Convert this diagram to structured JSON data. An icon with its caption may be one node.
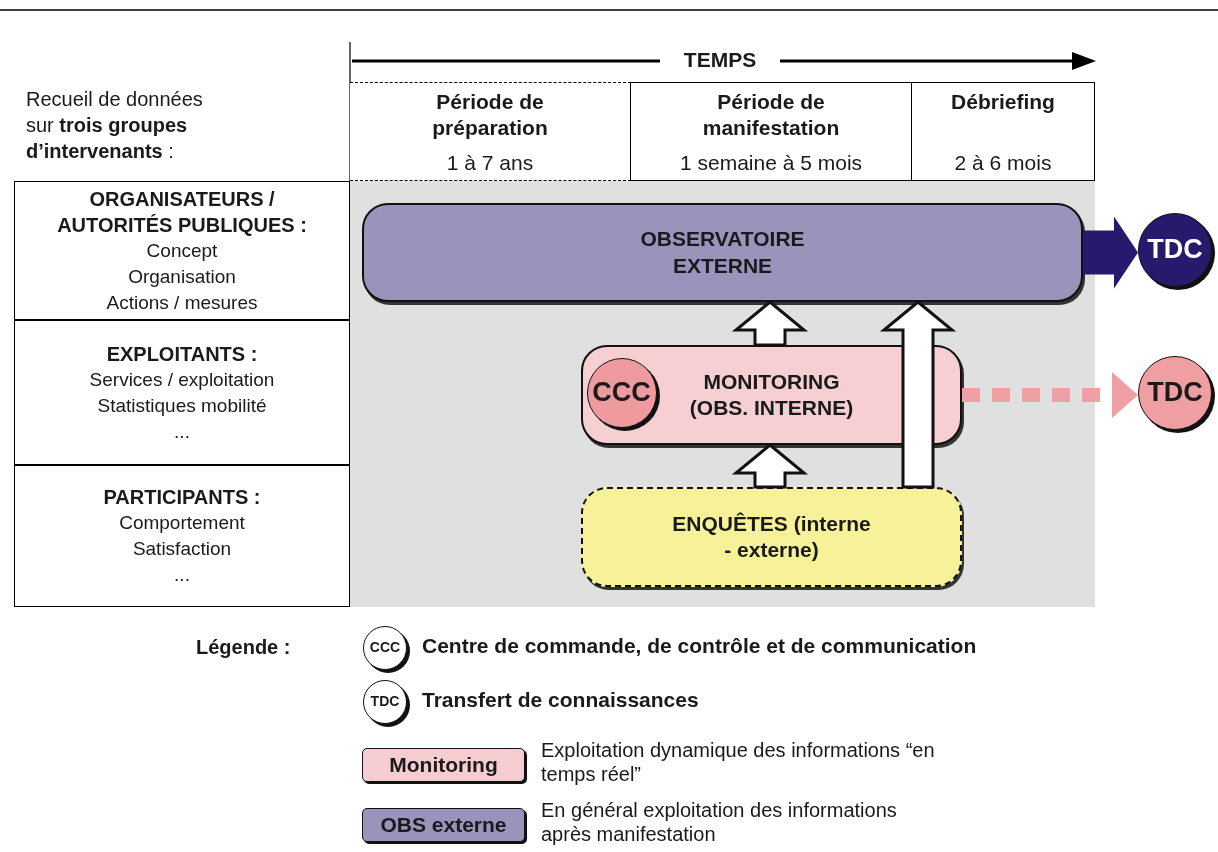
{
  "diagram": {
    "nodes": [
      {
        "text": [
          "Période de préparation",
          "1 à 7 ans"
        ]
      },
      {
        "text": [
          "Période de manifestation",
          "1 semaine à 5 mois"
        ]
      },
      {
        "text": [
          "Débriefing",
          "2 à 6 mois"
        ]
      },
      {
        "text": [
          "ORGANISATEURS / AUTORITÉS PUBLIQUES :",
          "Concept",
          "Organisation",
          "Actions / mesures"
        ]
      },
      {
        "text": [
          "EXPLOITANTS :",
          "Services / exploitation",
          "Statistiques mobilité",
          "..."
        ]
      },
      {
        "text": [
          "PARTICIPANTS :",
          "Comportement",
          "Satisfaction",
          "..."
        ]
      },
      {
        "text": [
          "OBSERVATOIRE EXTERNE"
        ]
      },
      {
        "text": [
          "MONITORING (OBS. INTERNE)"
        ]
      },
      {
        "text": [
          "CCC"
        ],
        "in": 7
      },
      {
        "text": [
          "ENQUÊTES (interne - externe)"
        ]
      },
      {
        "text": [
          "TDC"
        ]
      },
      {
        "text": [
          "TDC"
        ]
      },
      {
        "text": [
          "CCC"
        ]
      },
      {
        "text": [
          "TDC"
        ]
      },
      {
        "text": [
          "Monitoring"
        ]
      },
      {
        "text": [
          "OBS externe"
        ]
      }
    ],
    "edges": [
      {
        "from": 6,
        "to": 10,
        "arrow": "to",
        "style": "thick",
        "color": "#261a6e"
      },
      {
        "from": 7,
        "to": 6,
        "arrow": "to"
      },
      {
        "from": 9,
        "to": 7,
        "arrow": "to"
      },
      {
        "from": 9,
        "to": 6,
        "arrow": "to"
      },
      {
        "from": 7,
        "to": 11,
        "arrow": "to",
        "style": "dashed",
        "color": "#f0a0a4"
      }
    ],
    "labels": [
      "TEMPS",
      "Recueil de données sur **trois groupes d’intervenants** :",
      "Légende :"
    ],
    "legend": [
      {
        "text": "Centre de commande, de contrôle et de communication"
      },
      {
        "text": "Transfert de connaissances"
      },
      {
        "text": "Exploitation dynamique des informations “en temps réel”",
        "color": "#f5cdd0"
      },
      {
        "text": "En général exploitation des informations après manifestation",
        "color": "#9a93bb"
      }
    ]
  }
}
